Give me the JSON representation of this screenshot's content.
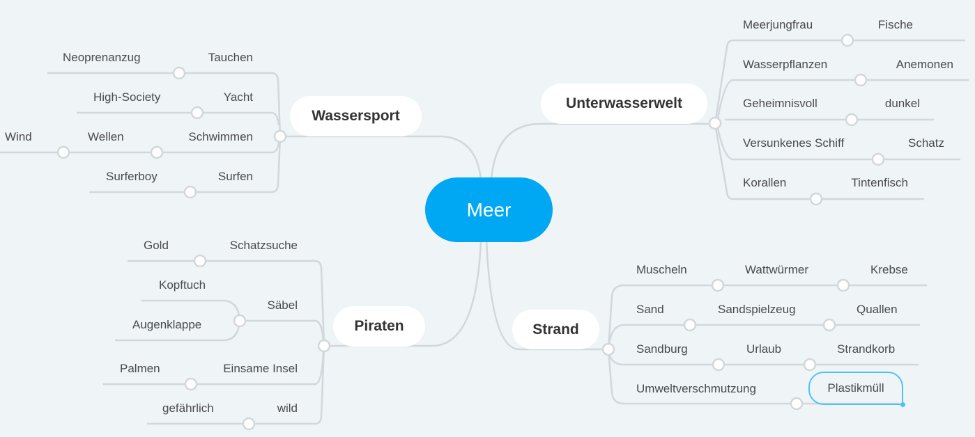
{
  "root": "Meer",
  "colors": {
    "root": "#00a8f3",
    "line": "#d2d7db",
    "selection": "#4cc2f8"
  },
  "wassersport": {
    "label": "Wassersport",
    "items": [
      {
        "label": "Tauchen",
        "children": [
          "Neoprenanzug"
        ]
      },
      {
        "label": "Yacht",
        "children": [
          "High-Society"
        ]
      },
      {
        "label": "Schwimmen",
        "children": [
          "Wellen",
          "Wind"
        ]
      },
      {
        "label": "Surfen",
        "children": [
          "Surferboy"
        ]
      }
    ]
  },
  "unterwasserwelt": {
    "label": "Unterwasserwelt",
    "items": [
      {
        "label": "Meerjungfrau",
        "children": [
          "Fische"
        ]
      },
      {
        "label": "Wasserpflanzen",
        "children": [
          "Anemonen"
        ]
      },
      {
        "label": "Geheimnisvoll",
        "children": [
          "dunkel"
        ]
      },
      {
        "label": "Versunkenes Schiff",
        "children": [
          "Schatz"
        ]
      },
      {
        "label": "Korallen",
        "children": [
          "Tintenfisch"
        ]
      }
    ]
  },
  "piraten": {
    "label": "Piraten",
    "items": [
      {
        "label": "Schatzsuche",
        "children": [
          "Gold"
        ]
      },
      {
        "label": "Säbel",
        "children": [
          "Kopftuch",
          "Augenklappe"
        ]
      },
      {
        "label": "Einsame Insel",
        "children": [
          "Palmen"
        ]
      },
      {
        "label": "wild",
        "children": [
          "gefährlich"
        ]
      }
    ]
  },
  "strand": {
    "label": "Strand",
    "items": [
      {
        "label": "Muscheln",
        "children": [
          "Wattwürmer",
          "Krebse"
        ]
      },
      {
        "label": "Sand",
        "children": [
          "Sandspielzeug",
          "Quallen"
        ]
      },
      {
        "label": "Sandburg",
        "children": [
          "Urlaub",
          "Strandkorb"
        ]
      },
      {
        "label": "Umweltverschmutzung",
        "children": [
          "Plastikmüll"
        ]
      }
    ]
  }
}
